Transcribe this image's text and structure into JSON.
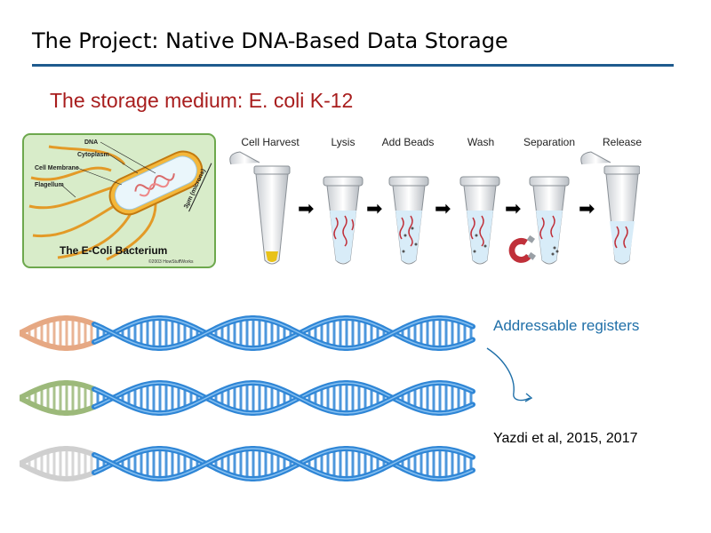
{
  "slide": {
    "title": "The Project: Native DNA-Based Data Storage",
    "subtitle": "The storage medium: E. coli K-12",
    "colors": {
      "title_rule": "#1f5b8e",
      "subtitle": "#a81d1d",
      "accent_blue": "#1f6fa8",
      "dna_blue": "#2f86d6",
      "flagellum": "#e39a27"
    }
  },
  "bacterium": {
    "title": "The E-Coli Bacterium",
    "labels": [
      "DNA",
      "Cytoplasm",
      "Cell Membrane",
      "Flagellum"
    ],
    "size_label": "3μm (microns)",
    "copyright": "©2003 HowStuffWorks"
  },
  "process": {
    "steps": [
      "Cell Harvest",
      "Lysis",
      "Add Beads",
      "Wash",
      "Separation",
      "Release"
    ]
  },
  "registers": {
    "label": "Addressable registers",
    "tag_colors": [
      "#e6a883",
      "#9cb97a",
      "#cfcfcf"
    ]
  },
  "citation": "Yazdi et al, 2015, 2017"
}
